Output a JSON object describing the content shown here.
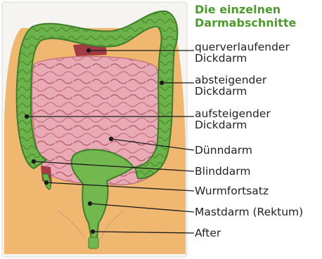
{
  "title": {
    "line1": "Die einzelnen",
    "line2": "Darmabschnitte"
  },
  "labels": [
    {
      "id": "querverlaufender",
      "lines": [
        "querverlaufender",
        "Dickdarm"
      ]
    },
    {
      "id": "absteigender",
      "lines": [
        "absteigender",
        "Dickdarm"
      ]
    },
    {
      "id": "aufsteigender",
      "lines": [
        "aufsteigender",
        "Dickdarm"
      ]
    },
    {
      "id": "duenndarm",
      "lines": [
        "Dünndarm"
      ]
    },
    {
      "id": "blinddarm",
      "lines": [
        "Blinddarm"
      ]
    },
    {
      "id": "wurmfortsatz",
      "lines": [
        "Wurmfortsatz"
      ]
    },
    {
      "id": "mastdarm",
      "lines": [
        "Mastdarm (Rektum)"
      ]
    },
    {
      "id": "after",
      "lines": [
        "After"
      ]
    }
  ],
  "colors": {
    "title": "#4e9a2e",
    "colon": "#6db24a",
    "small_intestine": "#e7a4b0",
    "abdomen": "#f0b770",
    "background": "#f5f4f1",
    "leader_line": "#1a1a1a"
  }
}
